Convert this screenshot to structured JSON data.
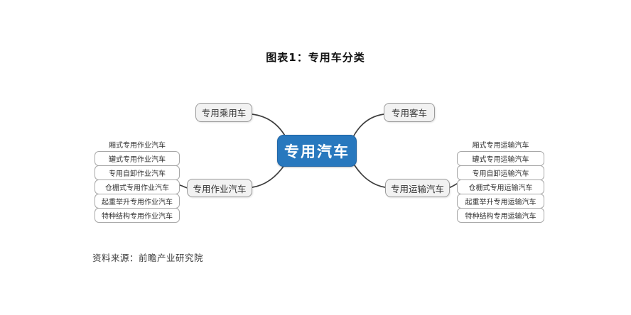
{
  "title": "图表1：专用车分类",
  "source": "资料来源：前瞻产业研究院",
  "colors": {
    "root_bg": "#2878BE",
    "root_border": "#1f65a6",
    "branch_bg": "#f2f2f2",
    "branch_border": "#9b9b9b",
    "leaf_border": "#a8a8a8",
    "line": "#3e3e3e"
  },
  "diagram": {
    "root": "专用汽车",
    "branches": {
      "passenger": "专用乘用车",
      "bus": "专用客车",
      "work": "专用作业汽车",
      "transport": "专用运输汽车"
    },
    "work_children": [
      "厢式专用作业汽车",
      "罐式专用作业汽车",
      "专用自卸作业汽车",
      "仓栅式专用作业汽车",
      "起重举升专用作业汽车",
      "特种结构专用作业汽车"
    ],
    "transport_children": [
      "厢式专用运输汽车",
      "罐式专用运输汽车",
      "专用自卸运输汽车",
      "仓栅式专用运输汽车",
      "起重举升专用运输汽车",
      "特种结构专用运输汽车"
    ]
  }
}
